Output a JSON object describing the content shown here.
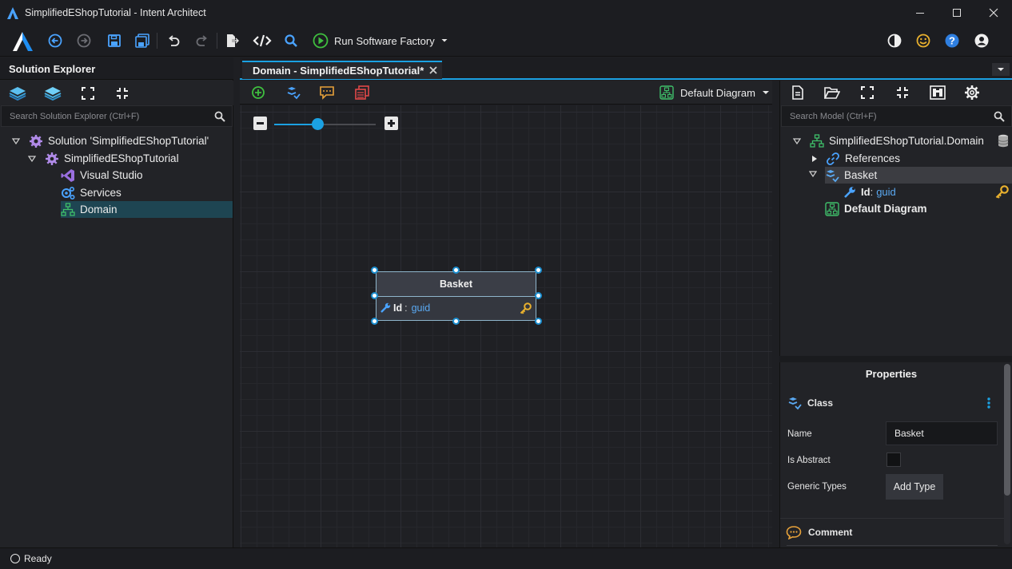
{
  "window": {
    "title": "SimplifiedEShopTutorial - Intent Architect"
  },
  "toolbar": {
    "run_label": "Run Software Factory",
    "icons": [
      "logo-icon",
      "back-icon",
      "forward-icon",
      "save-icon",
      "save-all-icon",
      "undo-icon",
      "redo-icon",
      "export-icon",
      "code-icon",
      "search-icon",
      "run-icon",
      "theme-icon",
      "feedback-icon",
      "help-icon",
      "account-icon"
    ]
  },
  "solution_explorer": {
    "title": "Solution Explorer",
    "search_placeholder": "Search Solution Explorer (Ctrl+F)",
    "items": [
      {
        "label": "Solution 'SimplifiedEShopTutorial'",
        "icon": "solution-icon"
      },
      {
        "label": "SimplifiedEShopTutorial",
        "icon": "application-icon"
      },
      {
        "label": "Visual Studio",
        "icon": "visual-studio-icon"
      },
      {
        "label": "Services",
        "icon": "services-icon"
      },
      {
        "label": "Domain",
        "icon": "domain-icon",
        "selected": true
      }
    ]
  },
  "document": {
    "tab_label": "Domain - SimplifiedEShopTutorial*",
    "diagram_name": "Default Diagram",
    "zoom_level": 0.5
  },
  "diagram": {
    "class_name": "Basket",
    "attribute_name": "Id",
    "attribute_sep": ":",
    "attribute_type": "guid"
  },
  "model_tree": {
    "search_placeholder": "Search Model (Ctrl+F)",
    "root": "SimplifiedEShopTutorial.Domain",
    "references": "References",
    "class": "Basket",
    "attribute_name": "Id",
    "attribute_sep": ":",
    "attribute_type": "guid",
    "diagram": "Default Diagram"
  },
  "properties": {
    "title": "Properties",
    "section": "Class",
    "name_label": "Name",
    "name_value": "Basket",
    "abstract_label": "Is Abstract",
    "abstract_checked": false,
    "generic_label": "Generic Types",
    "add_type_label": "Add Type",
    "comment_label": "Comment"
  },
  "status": {
    "text": "Ready"
  },
  "colors": {
    "accent": "#1ba1e2",
    "run_green": "#3fbf3f",
    "key_gold": "#e8b02e",
    "type_blue": "#5aa9f2"
  }
}
